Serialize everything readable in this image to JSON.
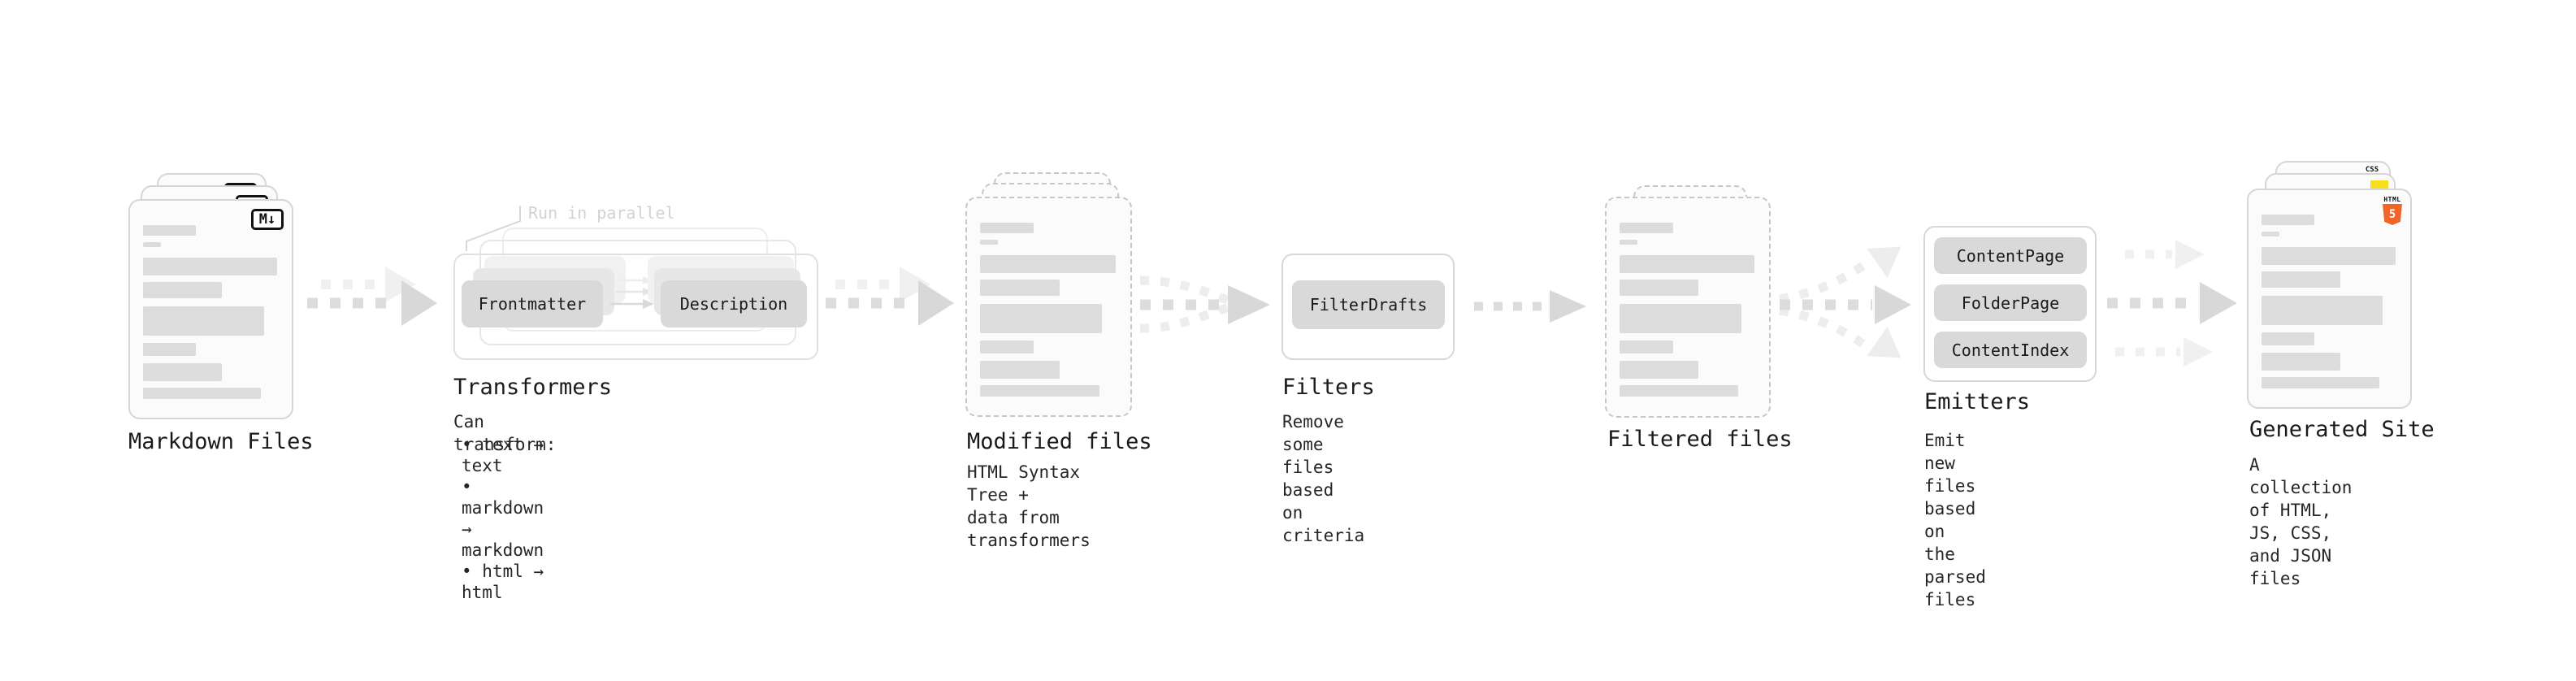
{
  "stages": {
    "markdown_files": {
      "label": "Markdown Files",
      "badge": "M↓"
    },
    "transformers": {
      "label": "Transformers",
      "annotation": "Run in parallel",
      "node_a": "Frontmatter",
      "node_b": "Description",
      "desc_title": "Can transform:",
      "bullets": [
        "text → text",
        "markdown → markdown",
        "html → html"
      ]
    },
    "modified_files": {
      "label": "Modified files",
      "description": "HTML Syntax Tree +\ndata from transformers"
    },
    "filters": {
      "label": "Filters",
      "node": "FilterDrafts",
      "description": "Remove some files based\non criteria"
    },
    "filtered_files": {
      "label": "Filtered files"
    },
    "emitters": {
      "label": "Emitters",
      "nodes": [
        "ContentPage",
        "FolderPage",
        "ContentIndex"
      ],
      "description": "Emit new files based on\nthe parsed files"
    },
    "generated_site": {
      "label": "Generated Site",
      "description": "A collection of HTML,\nJS, CSS, and JSON files",
      "badge_css": "CSS",
      "badge_html": "HTML",
      "badge_html_number": "5"
    }
  },
  "colors": {
    "html5_orange": "#f16529",
    "js_yellow": "#f7df1e",
    "css_blue": "#2962ff",
    "node_fill": "#d9d9d9",
    "card_border": "#d6d6d6",
    "dashed_border": "#c7c7c7",
    "arrow_dark": "#dcdcdc",
    "arrow_light": "#f0f0f0",
    "annotation_gray": "#d2d2d2"
  }
}
